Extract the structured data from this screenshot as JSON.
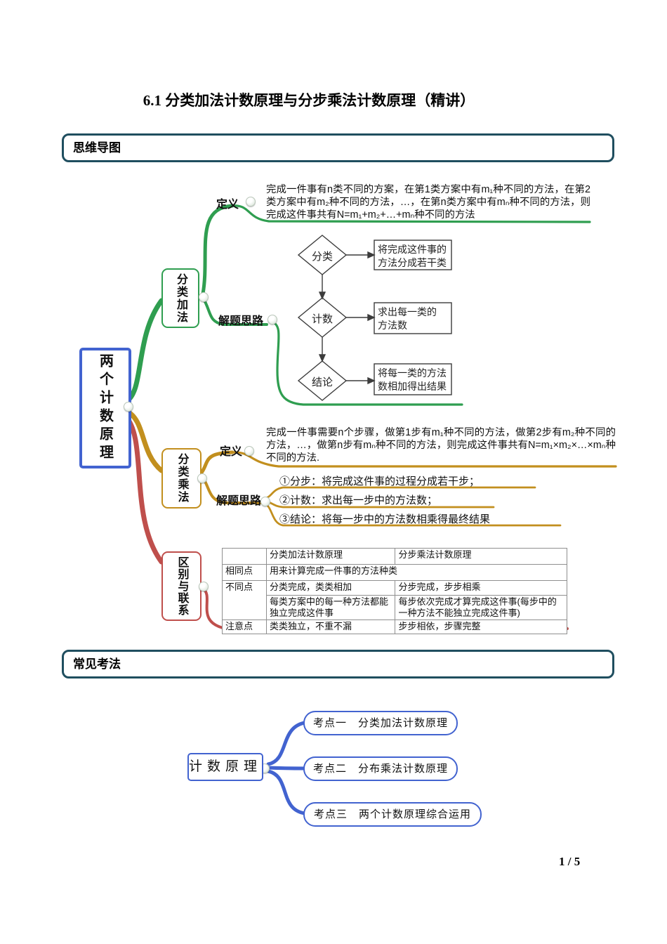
{
  "title": "6.1 分类加法计数原理与分步乘法计数原理（精讲）",
  "page_number": "1 / 5",
  "sections": {
    "mindmap": "思维导图",
    "exam": "常见考法"
  },
  "colors": {
    "section_border": "#1f4e5f",
    "node_blue": "#4263d0",
    "branch_green": "#2f9e50",
    "branch_gold": "#c28f1e",
    "branch_red": "#bf4f4c"
  },
  "mm1": {
    "root": "两个计数原理",
    "add": {
      "label": "分类加法",
      "def_label": "定义",
      "definition": "完成一件事有n类不同的方案，在第1类方案中有m₁种不同的方法，在第2类方案中有m₂种不同的方法，…，在第n类方案中有mₙ种不同的方法，则完成这件事共有N=m₁+m₂+…+mₙ种不同的方法",
      "approach_label": "解题思路",
      "flow": {
        "d1": "分类",
        "b1": "将完成这件事的方法分成若干类",
        "d2": "计数",
        "b2": "求出每一类的方法数",
        "d3": "结论",
        "b3": "将每一类的方法数相加得出结果"
      }
    },
    "mul": {
      "label": "分类乘法",
      "def_label": "定义",
      "definition": "完成一件事需要n个步骤，做第1步有m₁种不同的方法，做第2步有m₂种不同的方法，…，做第n步有mₙ种不同的方法，则完成这件事共有N=m₁×m₂×…×mₙ种不同的方法.",
      "approach_label": "解题思路",
      "steps": [
        "①分步：将完成这件事的过程分成若干步；",
        "②计数：求出每一步中的方法数；",
        "③结论：将每一步中的方法数相乘得最终结果"
      ]
    },
    "diff": {
      "label": "区别与联系",
      "table": {
        "col1_header": "分类加法计数原理",
        "col2_header": "分步乘法计数原理",
        "same_label": "相同点",
        "same_text": "用来计算完成一件事的方法种类",
        "diff_label": "不同点",
        "diff_row1_col1": "分类完成，类类相加",
        "diff_row1_col2": "分步完成，步步相乘",
        "diff_row2_col1": "每类方案中的每一种方法都能独立完成这件事",
        "diff_row2_col2": "每步依次完成才算完成这件事(每步中的一种方法不能独立完成这件事)",
        "note_label": "注意点",
        "note_col1": "类类独立，不重不漏",
        "note_col2": "步步相依，步骤完整"
      }
    }
  },
  "mm2": {
    "root": "计数原理",
    "topics": [
      "考点一　分类加法计数原理",
      "考点二　分布乘法计数原理",
      "考点三　两个计数原理综合运用"
    ]
  }
}
